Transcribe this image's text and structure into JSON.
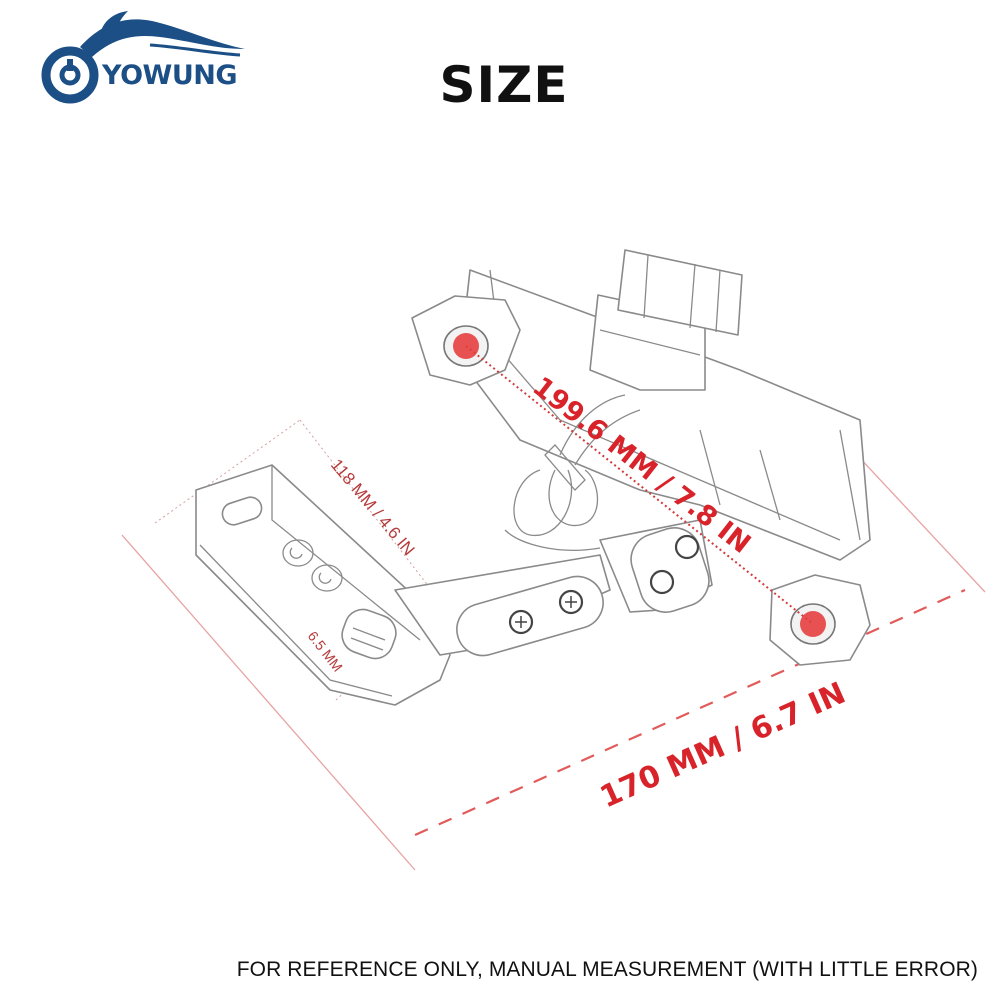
{
  "header": {
    "brand": "YOWUNG",
    "title": "SIZE"
  },
  "dimensions": {
    "diagonal": "199.6 MM / 7.8 IN",
    "width": "170 MM / 6.7 IN",
    "arm_length": "118 MM / 4.6 IN",
    "slot_width": "6.5 MM"
  },
  "footer": {
    "note": "FOR REFERENCE ONLY, MANUAL MEASUREMENT (WITH LITTLE ERROR)"
  },
  "colors": {
    "brand_blue": "#1b4f86",
    "dimension_red": "#d8232a",
    "marker_red": "#e53a3a",
    "outline_gray": "#8a8a8a"
  },
  "icons": {
    "logo": "motorcycle-logo-icon"
  }
}
